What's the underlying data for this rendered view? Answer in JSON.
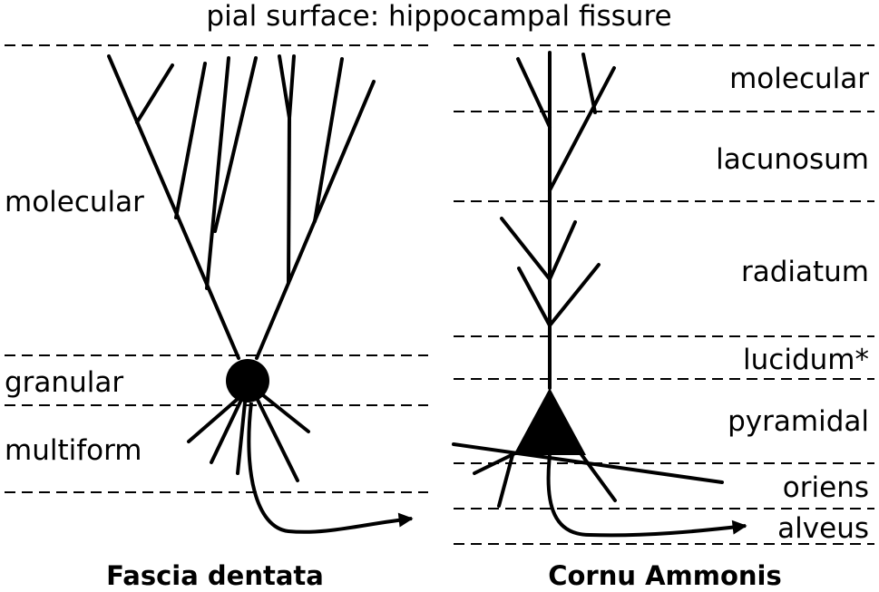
{
  "title": "pial surface: hippocampal fissure",
  "panels": {
    "left": {
      "caption": "Fascia dentata",
      "layers": [
        "molecular",
        "granular",
        "multiform"
      ]
    },
    "right": {
      "caption": "Cornu Ammonis",
      "layers": [
        "molecular",
        "lacunosum",
        "radiatum",
        "lucidum*",
        "pyramidal",
        "oriens",
        "alveus"
      ]
    }
  }
}
